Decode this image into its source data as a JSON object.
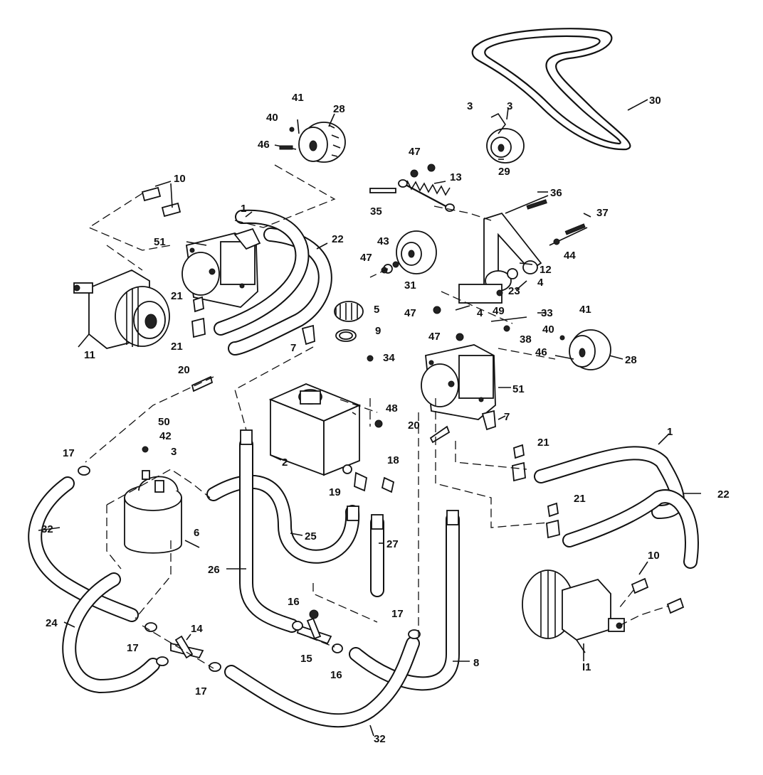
{
  "diagram": {
    "callouts": {
      "c1_left": "1",
      "c1_right": "1",
      "c2": "2",
      "c3_filter": "3",
      "c3_top": "3",
      "c4_a": "4",
      "c4_b": "4",
      "c5": "5",
      "c6": "6",
      "c7_left": "7",
      "c7_right": "7",
      "c8": "8",
      "c9": "9",
      "c10_left": "10",
      "c10_right": "10",
      "c11_left": "11",
      "c11_right": "I1",
      "c12": "12",
      "c13": "13",
      "c14": "14",
      "c15": "15",
      "c16_a": "16",
      "c16_b": "16",
      "c17_a": "17",
      "c17_b": "17",
      "c17_c": "17",
      "c17_d": "17",
      "c18": "18",
      "c19": "19",
      "c20_left": "20",
      "c20_right": "20",
      "c21_a": "21",
      "c21_b": "21",
      "c21_c": "21",
      "c21_d": "21",
      "c22_left": "22",
      "c22_right": "22",
      "c23": "23",
      "c24": "24",
      "c25": "25",
      "c26": "26",
      "c27": "27",
      "c28_left": "28",
      "c28_right": "28",
      "c29": "29",
      "c30": "30",
      "c31": "31",
      "c32_a": "32",
      "c32_b": "32",
      "c33": "33",
      "c34": "34",
      "c35": "35",
      "c36": "36",
      "c37": "37",
      "c38": "38",
      "c40_left": "40",
      "c40_right": "40",
      "c41_left": "41",
      "c41_right": "41",
      "c42": "42",
      "c43": "43",
      "c44": "44",
      "c46_left": "46",
      "c46_right": "46",
      "c47_a": "47",
      "c47_b": "47",
      "c47_c": "47",
      "c47_d": "47",
      "c48": "48",
      "c49": "49",
      "c50": "50",
      "c51_left": "51",
      "c51_right": "51"
    }
  }
}
